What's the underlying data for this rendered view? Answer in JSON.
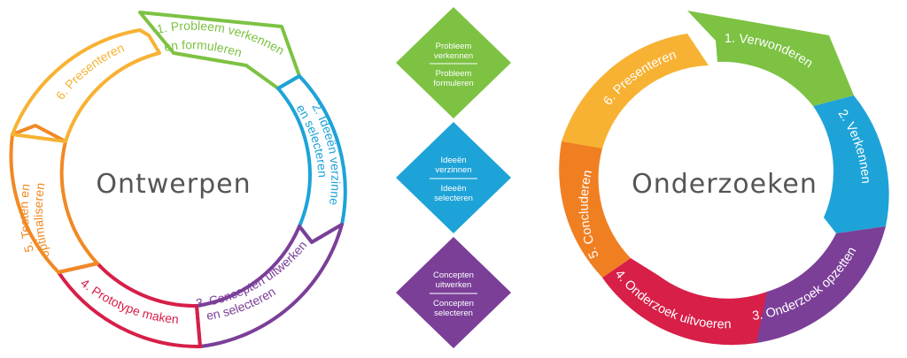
{
  "ontwerpen": {
    "title": "Ontwerpen",
    "steps": [
      {
        "line1": "1. Probleem verkennen",
        "line2": "en formuleren",
        "color": "#7dc243"
      },
      {
        "line1": "2. Ideeën verzinnen",
        "line2": "en selecteren",
        "color": "#1ea3d8"
      },
      {
        "line1": "3. Concepten uitwerken",
        "line2": "en selecteren",
        "color": "#7b3f98"
      },
      {
        "line1": "4. Prototype maken",
        "color": "#d71f48"
      },
      {
        "line1": "5. Testen en",
        "line2": "optimaliseren",
        "color": "#f08a24"
      },
      {
        "line1": "6. Presenteren",
        "color": "#f7b233"
      }
    ]
  },
  "diamonds": [
    {
      "top": [
        "Probleem",
        "verkennen"
      ],
      "bottom": [
        "Probleem",
        "formuleren"
      ],
      "color": "#7dc243"
    },
    {
      "top": [
        "Ideeën",
        "verzinnen"
      ],
      "bottom": [
        "Ideeën",
        "selecteren"
      ],
      "color": "#1ea3d8"
    },
    {
      "top": [
        "Concepten",
        "uitwerken"
      ],
      "bottom": [
        "Concepten",
        "selecteren"
      ],
      "color": "#7b3f98"
    }
  ],
  "onderzoeken": {
    "title": "Onderzoeken",
    "steps": [
      {
        "label": "1. Verwonderen",
        "color": "#7dc243"
      },
      {
        "label": "2. Verkennen",
        "color": "#1ea3d8"
      },
      {
        "label": "3. Onderzoek opzetten",
        "color": "#7b3f98"
      },
      {
        "label": "4. Onderzoek uitvoeren",
        "color": "#d71f48"
      },
      {
        "label": "5. Concluderen",
        "color": "#f07f22"
      },
      {
        "label": "6. Presenteren",
        "color": "#f7b233"
      }
    ]
  }
}
